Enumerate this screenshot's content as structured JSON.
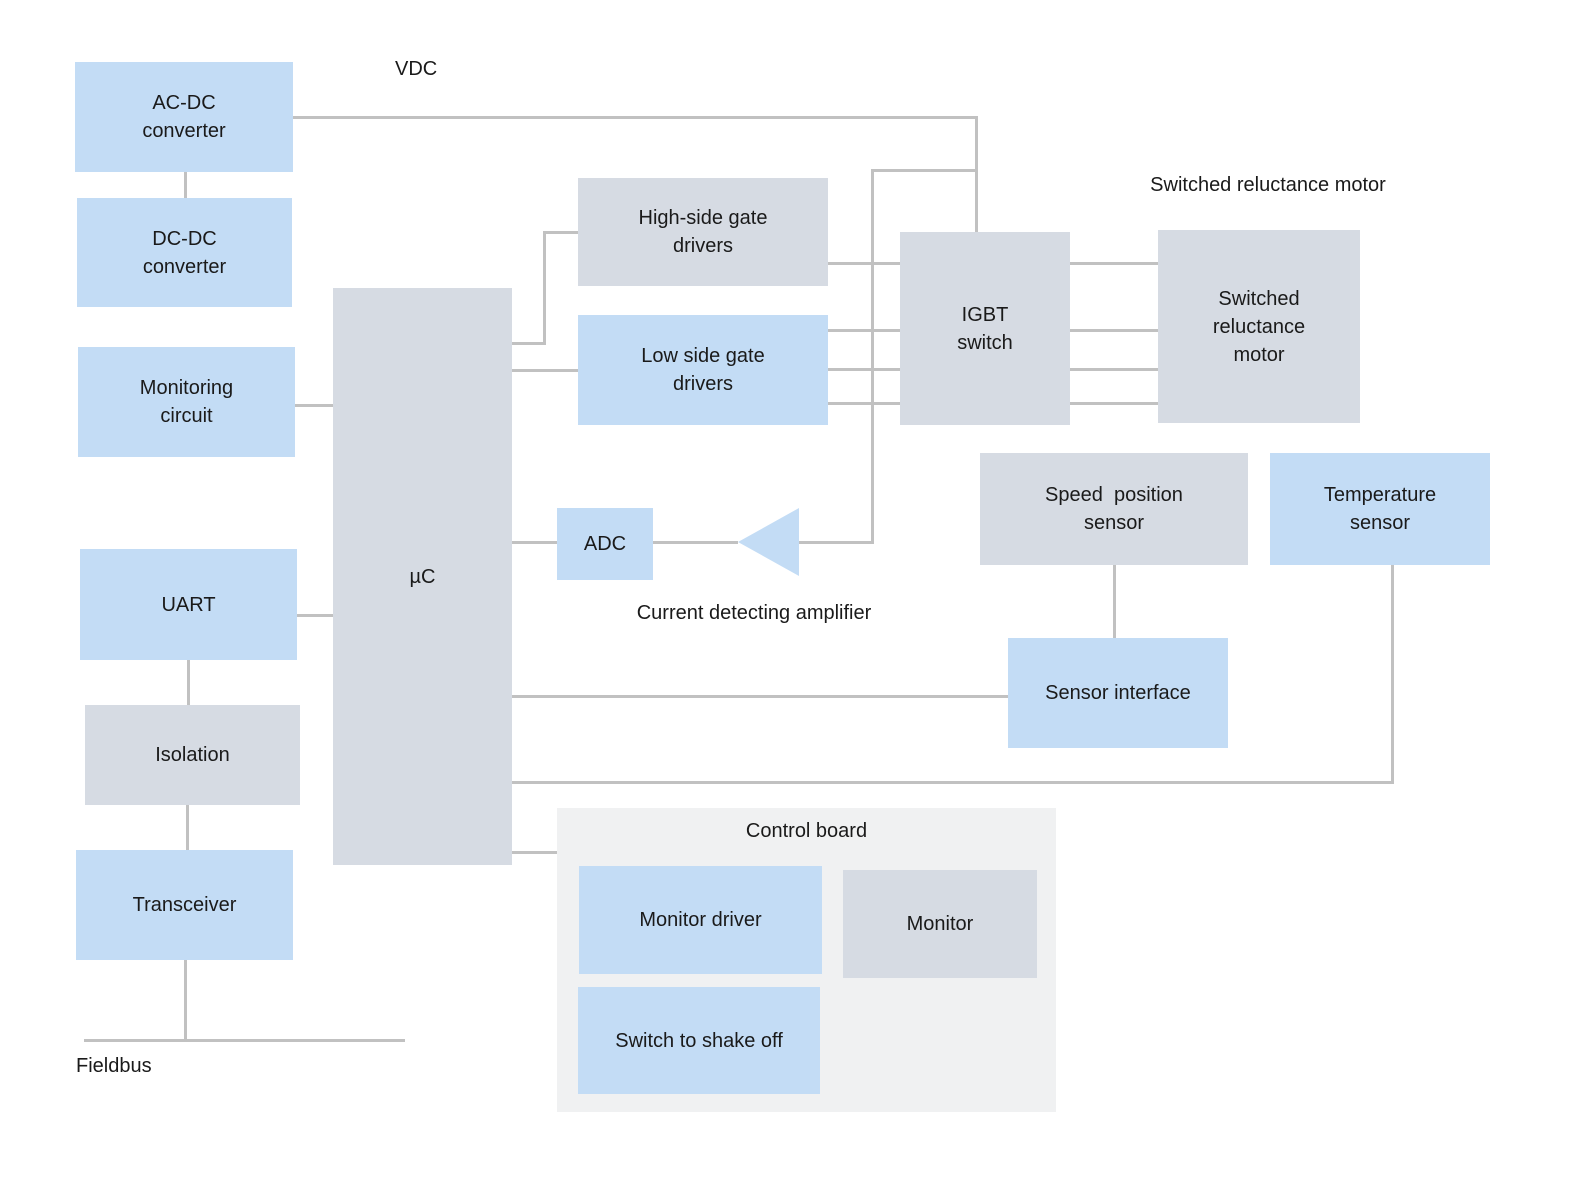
{
  "colors": {
    "node_blue": "#c3dcf5",
    "node_gray": "#d6dbe3",
    "panel_gray": "#f0f1f2",
    "connector": "#c1c1c1",
    "text": "#1a1a1a",
    "background": "#ffffff"
  },
  "nodes": {
    "ac_dc": "AC-DC\nconverter",
    "dc_dc": "DC-DC\nconverter",
    "monitoring": "Monitoring\ncircuit",
    "uart": "UART",
    "isolation": "Isolation",
    "transceiver": "Transceiver",
    "uc": "µC",
    "high_side": "High-side gate\ndrivers",
    "low_side": "Low side gate\ndrivers",
    "adc": "ADC",
    "igbt": "IGBT\nswitch",
    "motor": "Switched\nreluctance\nmotor",
    "speed_sensor": "Speed  position\nsensor",
    "temp_sensor": "Temperature\nsensor",
    "sensor_interface": "Sensor interface",
    "monitor_driver": "Monitor driver",
    "monitor": "Monitor",
    "switch_shake": "Switch to shake off"
  },
  "labels": {
    "vdc": "VDC",
    "switched_reluctance_motor": "Switched reluctance motor",
    "current_detecting_amplifier": "Current detecting amplifier",
    "control_board": "Control board",
    "fieldbus": "Fieldbus"
  }
}
